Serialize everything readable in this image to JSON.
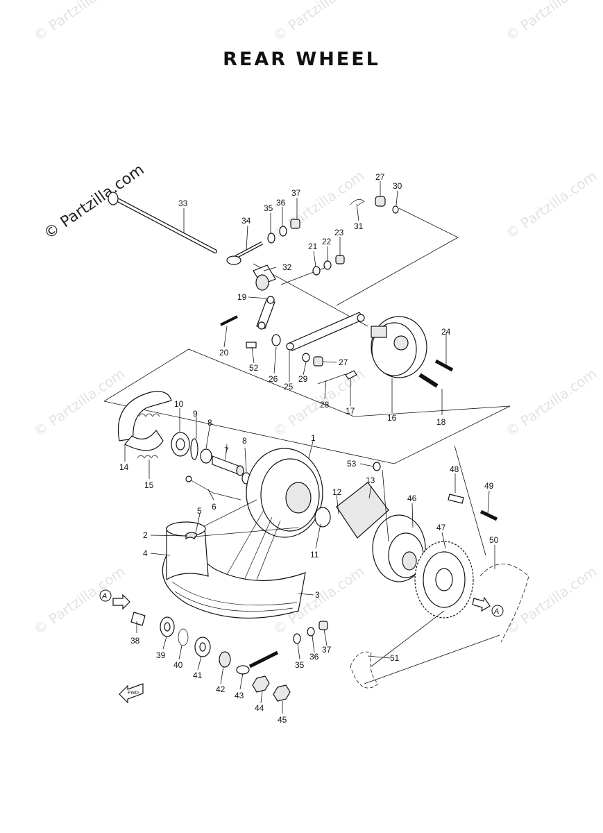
{
  "title": "REAR WHEEL",
  "watermark": "© Partzilla.com",
  "fwd_label": "FWD",
  "ref_mark": "A",
  "labels": [
    "1",
    "2",
    "3",
    "4",
    "5",
    "6",
    "7",
    "8",
    "8",
    "9",
    "10",
    "11",
    "12",
    "13",
    "14",
    "15",
    "16",
    "17",
    "18",
    "19",
    "20",
    "21",
    "22",
    "23",
    "24",
    "25",
    "26",
    "27",
    "27",
    "28",
    "29",
    "30",
    "31",
    "32",
    "33",
    "34",
    "35",
    "35",
    "36",
    "36",
    "37",
    "37",
    "38",
    "39",
    "40",
    "41",
    "42",
    "43",
    "44",
    "45",
    "46",
    "47",
    "48",
    "49",
    "50",
    "51",
    "52",
    "53"
  ]
}
